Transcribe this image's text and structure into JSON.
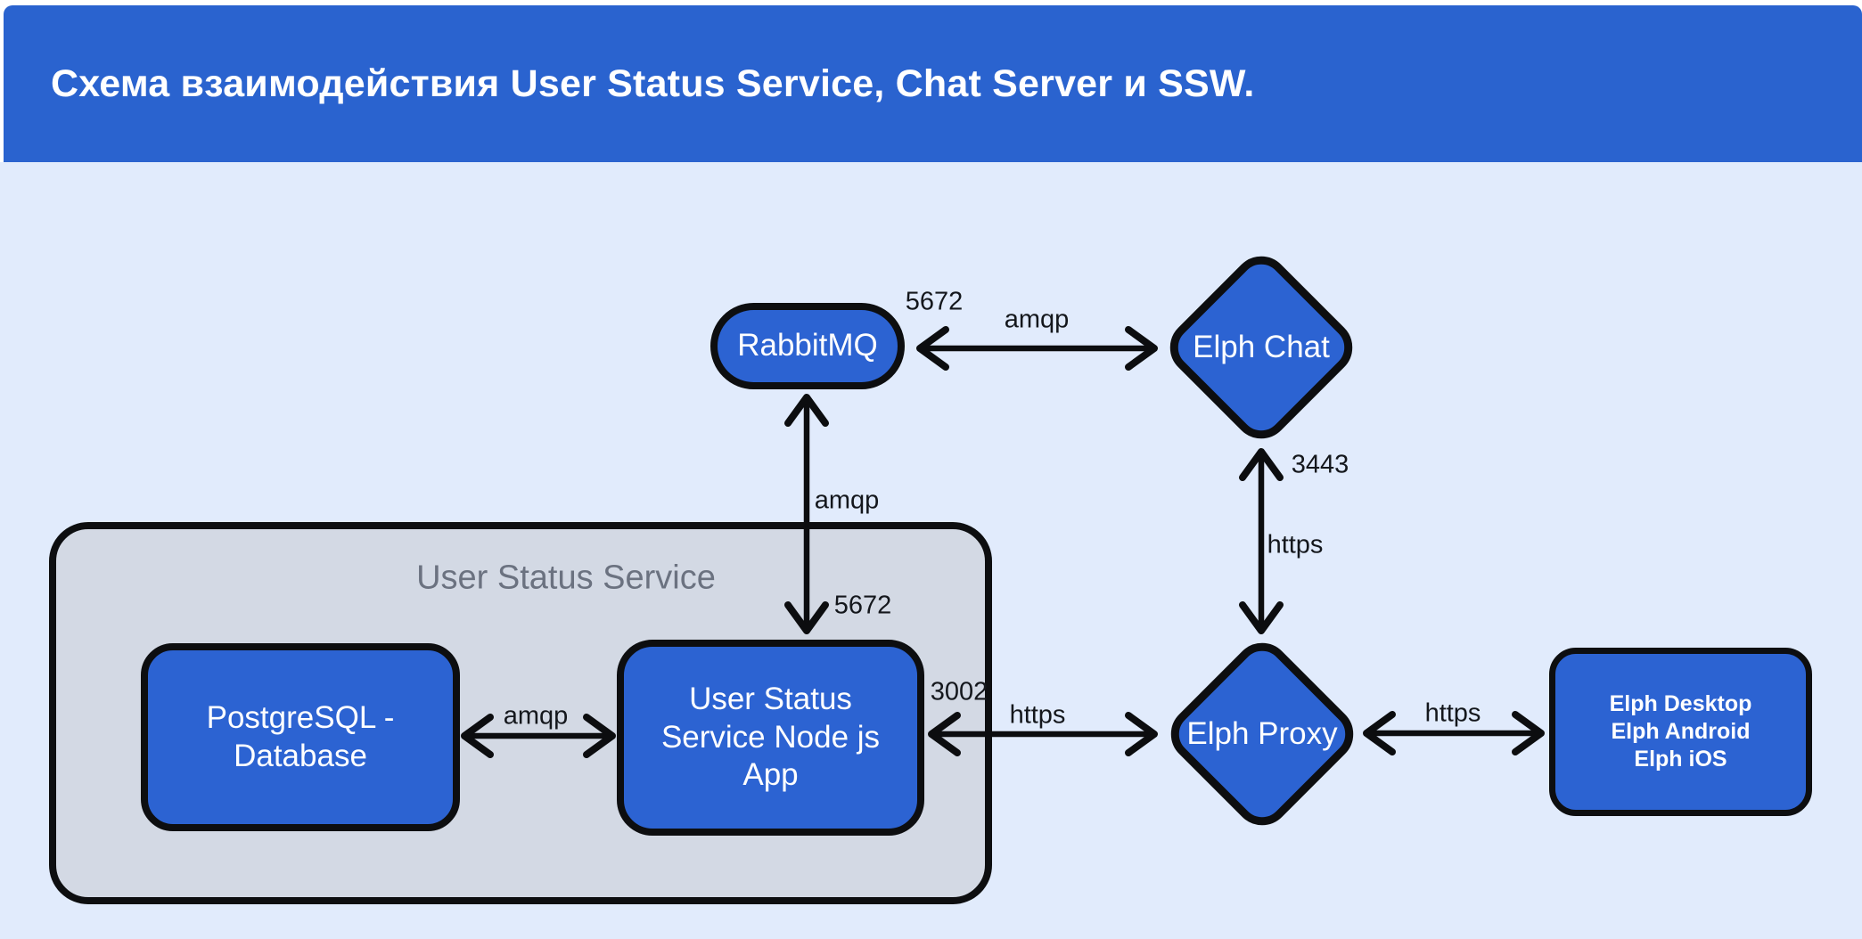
{
  "header": {
    "title": "Схема взаимодействия User Status Service, Chat Server и SSW."
  },
  "group": {
    "title": "User Status Service"
  },
  "nodes": {
    "rabbitmq": {
      "label": "RabbitMQ"
    },
    "elph_chat": {
      "label": "Elph Chat"
    },
    "elph_proxy": {
      "label": "Elph Proxy"
    },
    "postgresql": {
      "label": "PostgreSQL -\nDatabase"
    },
    "uss_app": {
      "label": "User Status\nService Node js\nApp"
    },
    "clients": {
      "label": "Elph Desktop\nElph Android\nElph iOS"
    }
  },
  "edges": {
    "rabbitmq_elphchat": {
      "port": "5672",
      "protocol": "amqp"
    },
    "rabbitmq_app": {
      "protocol": "amqp",
      "port": "5672"
    },
    "elphchat_proxy": {
      "port": "3443",
      "protocol": "https"
    },
    "app_proxy": {
      "port": "3002",
      "protocol": "https"
    },
    "proxy_clients": {
      "protocol": "https"
    },
    "postgres_app": {
      "protocol": "amqp"
    }
  },
  "colors": {
    "header_bg": "#2a63cf",
    "canvas_bg": "#e1ebfc",
    "node_fill": "#2c63d2",
    "node_border": "#0d0e10",
    "group_fill": "#d3d9e4",
    "group_title_text": "#6b7280",
    "node_text": "#ffffff",
    "edge_color": "#0c0d0f",
    "label_text": "#14171c"
  }
}
